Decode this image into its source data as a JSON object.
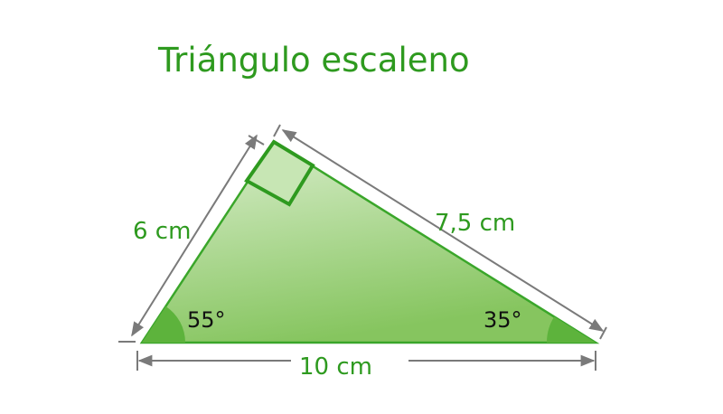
{
  "title": "Triángulo escaleno",
  "sides": {
    "left": "6 cm",
    "right": "7,5 cm",
    "base": "10 cm"
  },
  "angles": {
    "left": "55°",
    "right": "35°",
    "top": "right-angle"
  },
  "colors": {
    "text_green": "#2e9a1f",
    "outline_green": "#3aa62a",
    "fill_light": "#d6ebc9",
    "fill_dark": "#8cc866",
    "arc_green": "#5db33c",
    "dimension_gray": "#7a7a7a",
    "angle_text": "#111111"
  }
}
